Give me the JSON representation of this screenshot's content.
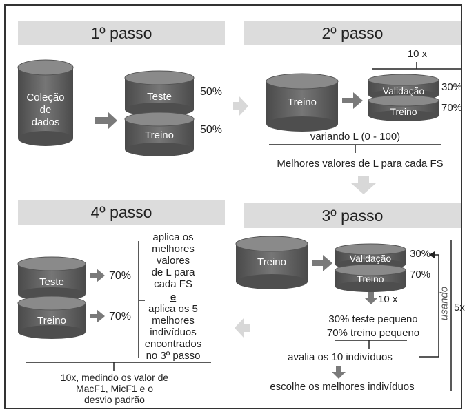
{
  "steps": {
    "step1": "1º passo",
    "step2": "2º passo",
    "step3": "3º passo",
    "step4": "4º passo"
  },
  "step1": {
    "collection": [
      "Coleção",
      "de",
      "dados"
    ],
    "test": "Teste",
    "train": "Treino",
    "test_pct": "50%",
    "train_pct": "50%"
  },
  "step2": {
    "repeat": "10 x",
    "train": "Treino",
    "validation": "Validação",
    "train2": "Treino",
    "val_pct": "30%",
    "train_pct": "70%",
    "varying": "variando L (0 - 100)",
    "best": "Melhores valores de L para cada FS"
  },
  "step3": {
    "train": "Treino",
    "validation": "Validação",
    "train2": "Treino",
    "val_pct": "30%",
    "train_pct": "70%",
    "repeat": "10 x",
    "small_test": "30% teste pequeno",
    "small_train": "70% treino pequeno",
    "evaluate": "avalia os 10 indivíduos",
    "choose": "escolhe os melhores indivíduos",
    "using": "usando",
    "five_x": "5x"
  },
  "step4": {
    "test": "Teste",
    "train": "Treino",
    "test_pct": "70%",
    "train_pct": "70%",
    "apply_best": [
      "aplica os",
      "melhores",
      "valores",
      "de L para",
      "cada FS"
    ],
    "and": "e",
    "apply_five": [
      "aplica os 5",
      "melhores",
      "indivíduos",
      "encontrados",
      "no 3º passo"
    ],
    "measure": [
      "10x, medindo os valor de",
      "MacF1, MicF1 e o",
      "desvio padrão"
    ]
  }
}
